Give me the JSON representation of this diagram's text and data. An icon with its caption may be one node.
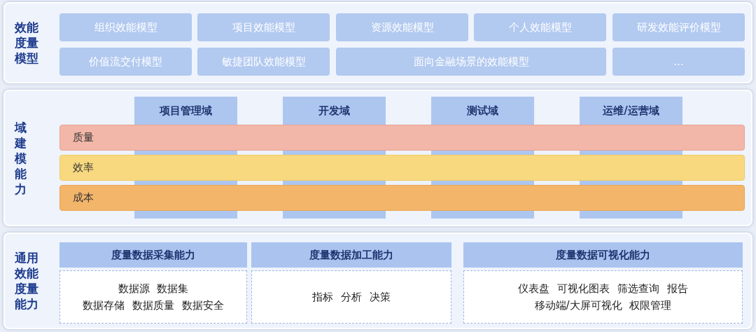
{
  "diagram": {
    "nodes": [
      {
        "text": [
          "效能度量模型"
        ]
      },
      {
        "text": [
          "组织效能模型"
        ],
        "in": 0
      },
      {
        "text": [
          "项目效能模型"
        ],
        "in": 0
      },
      {
        "text": [
          "资源效能模型"
        ],
        "in": 0
      },
      {
        "text": [
          "个人效能模型"
        ],
        "in": 0
      },
      {
        "text": [
          "研发效能评价模型"
        ],
        "in": 0
      },
      {
        "text": [
          "价值流交付模型"
        ],
        "in": 0
      },
      {
        "text": [
          "敏捷团队效能模型"
        ],
        "in": 0
      },
      {
        "text": [
          "面向金融场景的效能模型"
        ],
        "in": 0
      },
      {
        "text": [
          "..."
        ],
        "in": 0
      },
      {
        "text": [
          "域建模能力"
        ]
      },
      {
        "text": [
          "项目管理域"
        ],
        "in": 10
      },
      {
        "text": [
          "开发域"
        ],
        "in": 10
      },
      {
        "text": [
          "测试域"
        ],
        "in": 10
      },
      {
        "text": [
          "运维/运营域"
        ],
        "in": 10
      },
      {
        "text": [
          "质量"
        ],
        "in": 10
      },
      {
        "text": [
          "效率"
        ],
        "in": 10
      },
      {
        "text": [
          "成本"
        ],
        "in": 10
      },
      {
        "text": [
          "通用效能度量能力"
        ]
      },
      {
        "text": [
          "度量数据采集能力",
          "数据源 数据集",
          "数据存储 数据质量 数据安全"
        ],
        "in": 18
      },
      {
        "text": [
          "度量数据加工能力",
          "指标 分析 决策"
        ],
        "in": 18
      },
      {
        "text": [
          "度量数据可视化能力",
          "仪表盘 可视化图表 筛选查询 报告",
          "移动端/大屏可视化 权限管理"
        ],
        "in": 18
      }
    ],
    "edges": []
  }
}
